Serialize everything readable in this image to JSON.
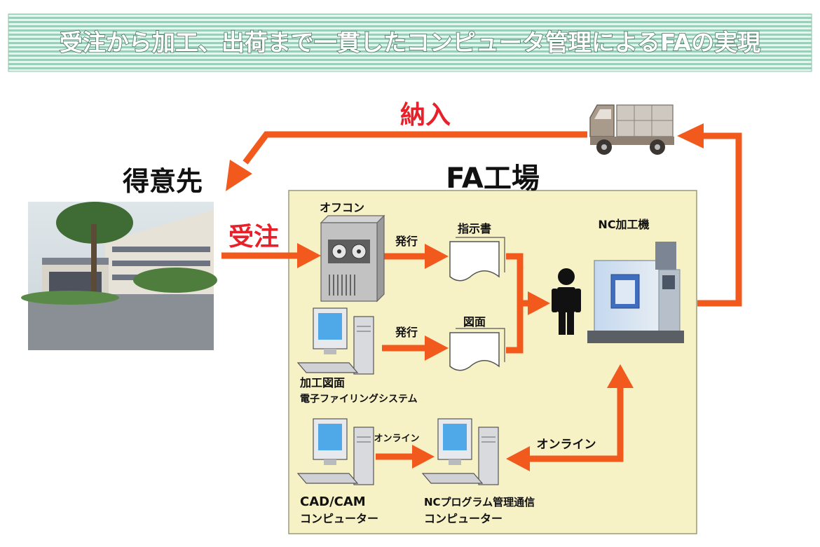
{
  "header": {
    "title": "受注から加工、出荷まで一貫したコンピュータ管理によるFAの実現"
  },
  "labels": {
    "delivery": "納入",
    "customer": "得意先",
    "order": "受注",
    "factory": "FA工場",
    "office_computer": "オフコン",
    "issue_1": "発行",
    "issue_2": "発行",
    "instruction_sheet": "指示書",
    "drawing": "図面",
    "nc_machine": "NC加工機",
    "filing_line1": "加工図面",
    "filing_line2": "電子ファイリングシステム",
    "online_small": "オンライン",
    "online_large": "オンライン",
    "cadcam_line1": "CAD/CAM",
    "cadcam_line2": "コンピューター",
    "nc_comm_line1": "NCプログラム管理通信",
    "nc_comm_line2": "コンピューター"
  },
  "colors": {
    "arrow": "#f25a1d",
    "accent_red": "#e8202a",
    "factory_bg": "#f7f1c6",
    "header_stripe": "#9ccfbb",
    "header_text": "#ffffff"
  },
  "icons": [
    "truck-icon",
    "office-computer-icon",
    "document-icon",
    "worker-icon",
    "nc-machine-icon",
    "desktop-computer-icon",
    "building-photo"
  ]
}
